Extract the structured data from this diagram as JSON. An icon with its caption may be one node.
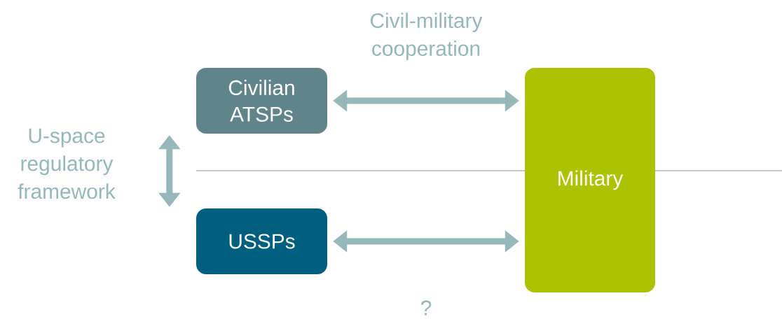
{
  "diagram": {
    "nodes": [
      {
        "text": [
          "Civilian ATSPs"
        ]
      },
      {
        "text": [
          "USSPs"
        ]
      },
      {
        "text": [
          "Military"
        ]
      }
    ],
    "edges": [
      {
        "from": 0,
        "to": 2,
        "arrow": "both",
        "label": "Civil-military cooperation"
      },
      {
        "from": 1,
        "to": 2,
        "arrow": "both",
        "label": "?"
      },
      {
        "from": 0,
        "to": 1,
        "arrow": "both",
        "label": "U-space regulatory framework"
      }
    ]
  }
}
